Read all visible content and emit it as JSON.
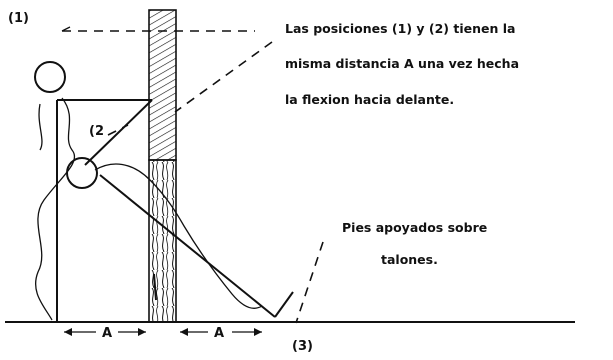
{
  "labels": {
    "pos1": "(1)",
    "pos2": "(2",
    "pos3": "(3)",
    "dist_left": "A",
    "dist_right": "A"
  },
  "captions": {
    "top_line1": "Las posiciones (1) y (2) tienen la",
    "top_line2": "misma distancia  A   una vez hecha",
    "top_line3": "la flexion hacia delante.",
    "feet_line1": "Pies apoyados  sobre",
    "feet_line2": "talones."
  }
}
